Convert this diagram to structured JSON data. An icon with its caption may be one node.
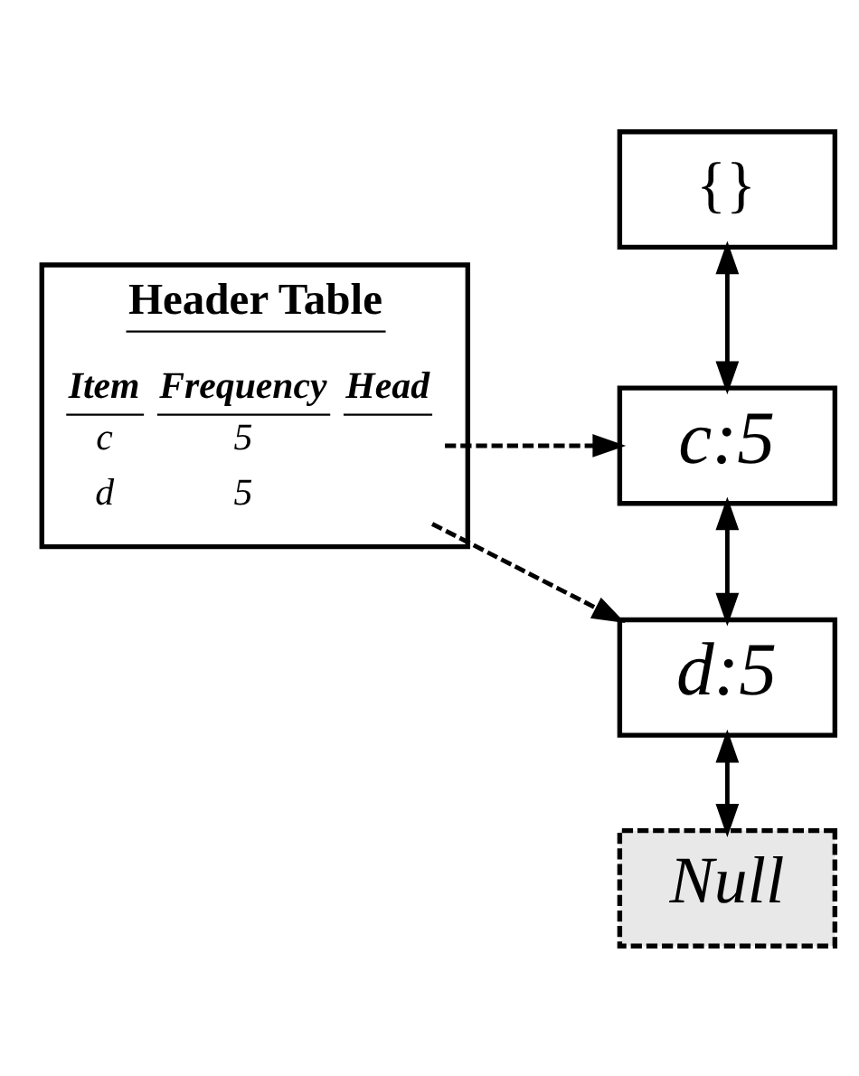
{
  "diagram": {
    "nodes": [
      {
        "text": [
          "{}"
        ]
      },
      {
        "text": [
          "Header Table"
        ]
      },
      {
        "text": [
          "c:5"
        ]
      },
      {
        "text": [
          "d:5"
        ]
      },
      {
        "text": [
          "Null"
        ]
      }
    ],
    "edges": [
      {
        "from": 0,
        "to": 2,
        "arrow": "both"
      },
      {
        "from": 1,
        "to": 2,
        "arrow": "to",
        "style": "dashed"
      },
      {
        "from": 2,
        "to": 3,
        "arrow": "both"
      },
      {
        "from": 1,
        "to": 3,
        "arrow": "to",
        "style": "dashed"
      },
      {
        "from": 3,
        "to": 4,
        "arrow": "both"
      }
    ],
    "labels": [
      "Item",
      "Frequency",
      "Head",
      "c",
      "5",
      "d",
      "5"
    ]
  }
}
